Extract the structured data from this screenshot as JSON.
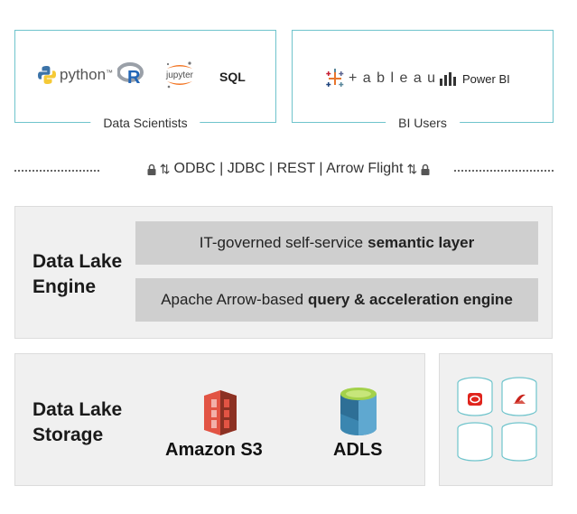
{
  "tools": {
    "data_scientists_caption": "Data Scientists",
    "bi_users_caption": "BI Users",
    "python_label": "python",
    "jupyter_label": "jupyter",
    "sql_label": "SQL",
    "tableau_label": "+ a b l e a u",
    "powerbi_label": "Power BI"
  },
  "protocols": {
    "text": "ODBC | JDBC | REST | Arrow Flight"
  },
  "engine": {
    "line1": "Data Lake",
    "line2": "Engine",
    "semantic_prefix": "IT-governed self-service",
    "semantic_bold": "semantic layer",
    "query_prefix": "Apache Arrow-based",
    "query_bold": "query & acceleration engine"
  },
  "storage": {
    "line1": "Data Lake",
    "line2": "Storage",
    "s3_label": "Amazon S3",
    "adls_label": "ADLS"
  },
  "colors": {
    "box_border": "#6fc4cc",
    "panel_bg": "#f0f0f0",
    "bar_bg": "#cfcfcf",
    "s3_red": "#d9362b",
    "adls_blue": "#3d8fb8",
    "adls_green": "#9ed04a",
    "db_border": "#6fc4cc"
  }
}
